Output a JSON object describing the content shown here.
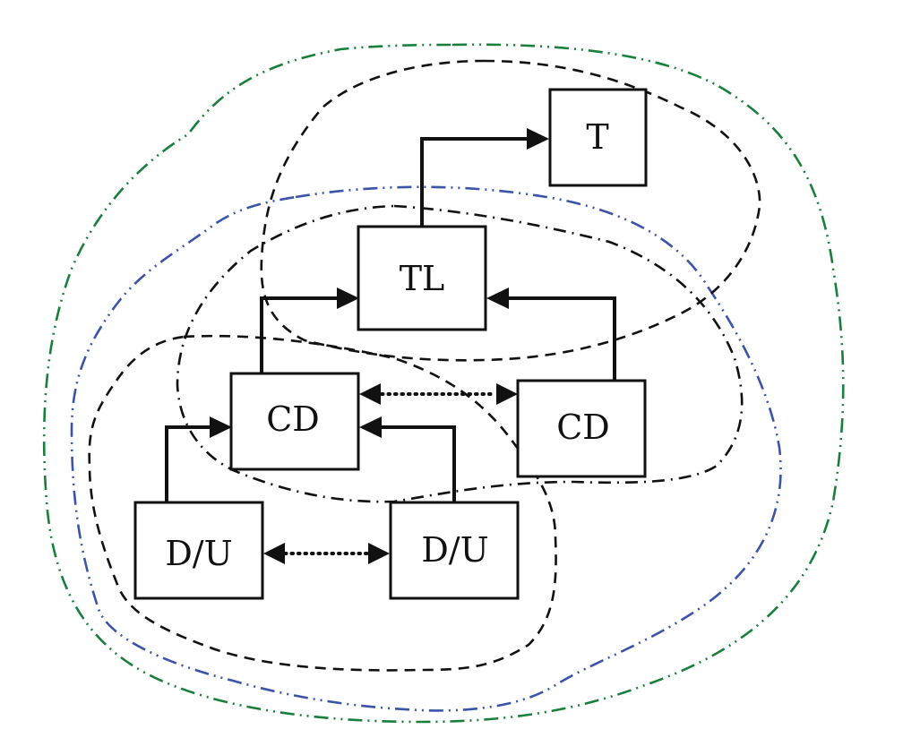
{
  "diagram": {
    "colors": {
      "line": "#111111",
      "outer_green": "#1a7f3c",
      "outer_blue": "#3b54a8",
      "background": "#ffffff"
    },
    "nodes": [
      {
        "id": "t",
        "label": "T"
      },
      {
        "id": "tl",
        "label": "TL"
      },
      {
        "id": "cd_left",
        "label": "CD"
      },
      {
        "id": "cd_right",
        "label": "CD"
      },
      {
        "id": "du_left",
        "label": "D/U"
      },
      {
        "id": "du_right",
        "label": "D/U"
      }
    ],
    "edges": [
      {
        "from": "tl",
        "to": "t",
        "style": "solid",
        "direction": "forward"
      },
      {
        "from": "cd_left",
        "to": "tl",
        "style": "solid",
        "direction": "forward"
      },
      {
        "from": "cd_right",
        "to": "tl",
        "style": "solid",
        "direction": "forward"
      },
      {
        "from": "cd_left",
        "to": "cd_right",
        "style": "dotted",
        "direction": "both"
      },
      {
        "from": "du_left",
        "to": "cd_left",
        "style": "solid",
        "direction": "forward"
      },
      {
        "from": "du_right",
        "to": "cd_left",
        "style": "solid",
        "direction": "forward"
      },
      {
        "from": "du_left",
        "to": "du_right",
        "style": "dotted",
        "direction": "both"
      }
    ],
    "regions": [
      {
        "id": "outer-green",
        "line_style": "dash-dot-dot",
        "color": "#1a7f3c",
        "encloses": [
          "t",
          "tl",
          "cd_left",
          "cd_right",
          "du_left",
          "du_right"
        ]
      },
      {
        "id": "outer-blue",
        "line_style": "dash-dot-dot",
        "color": "#3b54a8",
        "encloses": [
          "tl",
          "cd_left",
          "cd_right",
          "du_left",
          "du_right"
        ]
      },
      {
        "id": "top-dashed",
        "line_style": "dashed",
        "color": "#111111",
        "encloses": [
          "t",
          "tl"
        ]
      },
      {
        "id": "middle-dashdot",
        "line_style": "dash-dot",
        "color": "#111111",
        "encloses": [
          "tl",
          "cd_left",
          "cd_right"
        ]
      },
      {
        "id": "bottom-dashed",
        "line_style": "dashed",
        "color": "#111111",
        "encloses": [
          "cd_left",
          "du_left",
          "du_right"
        ]
      }
    ]
  }
}
